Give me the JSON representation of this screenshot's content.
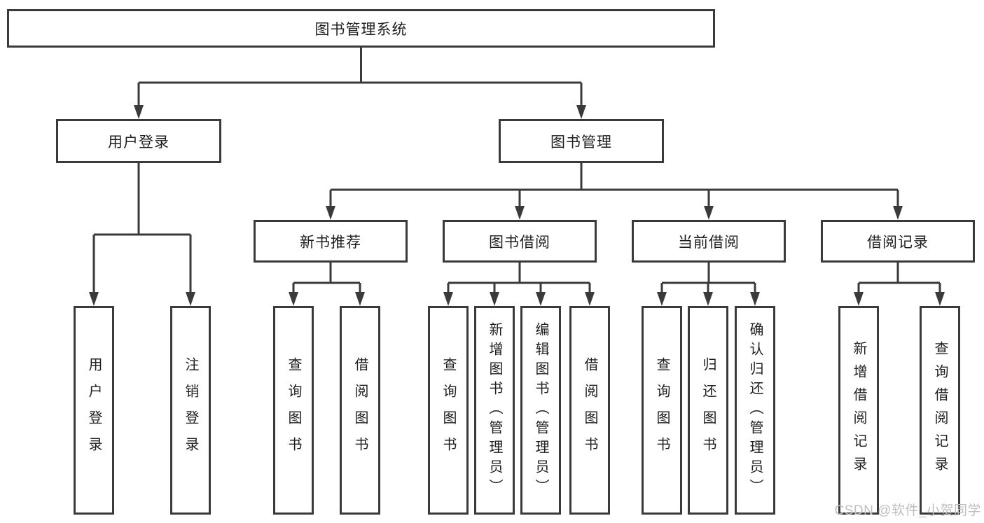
{
  "diagram": {
    "watermark": "CSDN @软件_小贺同学",
    "colors": {
      "line": "#3a3a3a",
      "box_border": "#3a3a3a",
      "text": "#1f1f1f",
      "watermark": "#bfbfbf",
      "background": "#ffffff"
    },
    "root": {
      "label": "图书管理系统"
    },
    "branches": [
      {
        "label": "用户登录",
        "children": [
          "用户登录",
          "注销登录"
        ]
      },
      {
        "label": "图书管理",
        "sections": [
          {
            "label": "新书推荐",
            "children": [
              "查询图书",
              "借阅图书"
            ]
          },
          {
            "label": "图书借阅",
            "children": [
              "查询图书",
              "新增图书（管理员）",
              "编辑图书（管理员）",
              "借阅图书"
            ]
          },
          {
            "label": "当前借阅",
            "children": [
              "查询图书",
              "归还图书",
              "确认归还（管理员）"
            ]
          },
          {
            "label": "借阅记录",
            "children": [
              "新增借阅记录",
              "查询借阅记录"
            ]
          }
        ]
      }
    ]
  }
}
